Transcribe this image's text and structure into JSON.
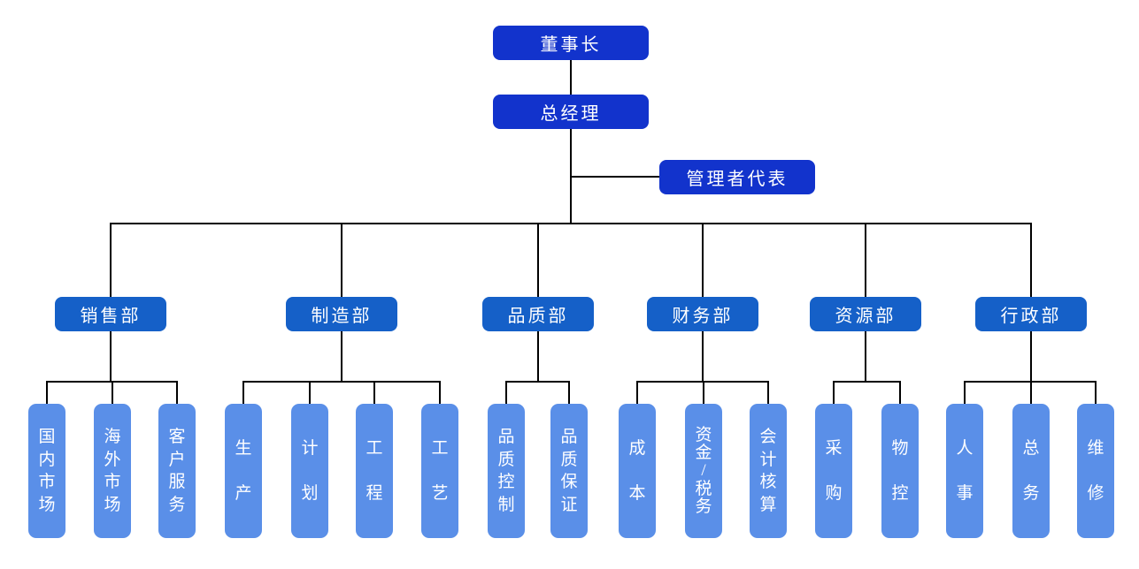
{
  "colors": {
    "background": "#ffffff",
    "executive_box": "#1233cc",
    "department_box": "#1560c8",
    "leaf_box": "#5a8fe8",
    "box_text": "#ffffff",
    "connector": "#000000"
  },
  "org": {
    "chairman": {
      "label": "董事长"
    },
    "general_manager": {
      "label": "总经理"
    },
    "management_representative": {
      "label": "管理者代表"
    },
    "departments": [
      {
        "label": "销售部",
        "children": [
          "国内市场",
          "海外市场",
          "客户服务"
        ]
      },
      {
        "label": "制造部",
        "children": [
          "生产",
          "计划",
          "工程",
          "工艺"
        ]
      },
      {
        "label": "品质部",
        "children": [
          "品质控制",
          "品质保证"
        ]
      },
      {
        "label": "财务部",
        "children": [
          "成本",
          "资金/税务",
          "会计核算"
        ]
      },
      {
        "label": "资源部",
        "children": [
          "采购",
          "物控"
        ]
      },
      {
        "label": "行政部",
        "children": [
          "人事",
          "总务",
          "维修"
        ]
      }
    ]
  }
}
